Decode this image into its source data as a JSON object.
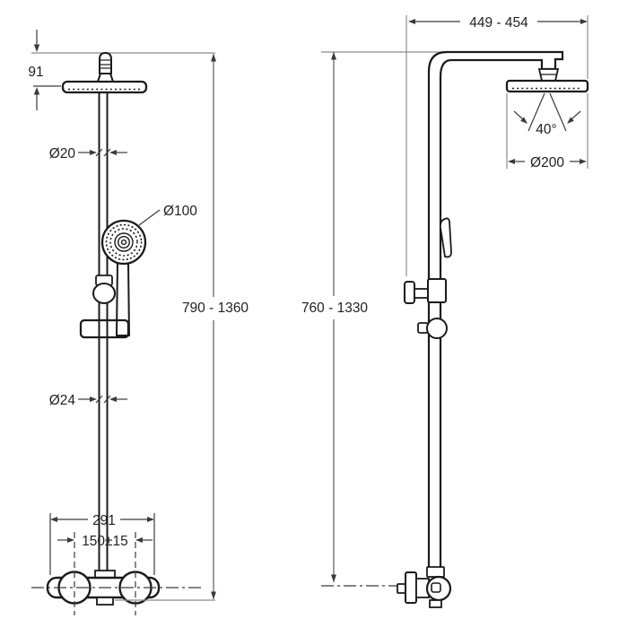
{
  "drawing": {
    "kind": "shower-column-technical-dimension-drawing",
    "background": "#ffffff",
    "line_color": "#1b1b1b",
    "dimension_color": "#3a3a3a",
    "reference_color": "#8c8c8c"
  },
  "dimensions": {
    "front": {
      "head_offset": "91",
      "upper_pipe_diameter": "Ø20",
      "hand_shower_diameter": "Ø100",
      "overall_height": "790 - 1360",
      "lower_pipe_diameter": "Ø24",
      "valve_width": "291",
      "inlet_spacing": "150±15"
    },
    "side": {
      "horizontal_reach": "449 - 454",
      "spray_angle": "40°",
      "head_diameter": "Ø200",
      "mounting_height": "760 - 1330"
    }
  }
}
